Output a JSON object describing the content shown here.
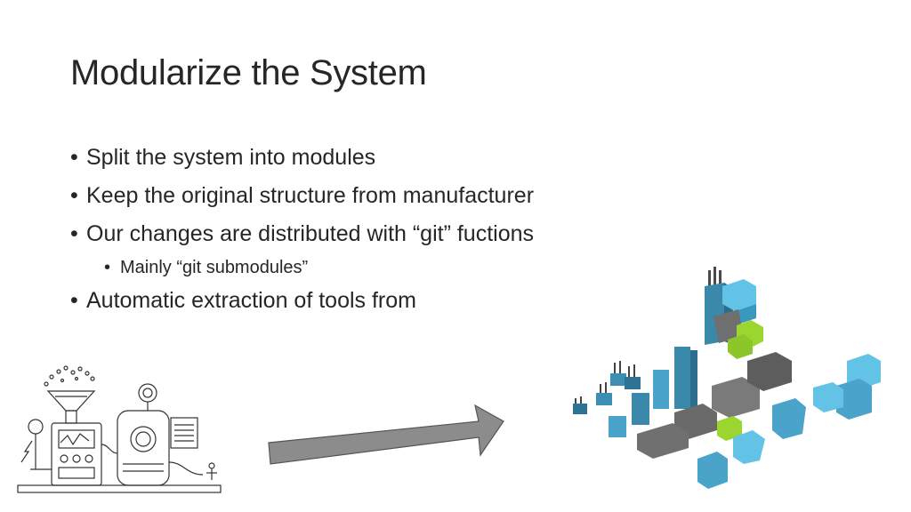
{
  "slide": {
    "title": "Modularize the System",
    "bullets": [
      {
        "text": "Split the system into modules"
      },
      {
        "text": "Keep the original structure from manufacturer"
      },
      {
        "text": "Our changes are distributed with “git” fuctions"
      },
      {
        "text": "Automatic extraction of tools from"
      }
    ],
    "sub_bullets": [
      {
        "text": "Mainly “git submodules”"
      }
    ]
  },
  "illustrations": {
    "left_image": "machine-sketch",
    "arrow": "right-arrow",
    "right_image": "modular-blocks",
    "colors": {
      "arrow_fill": "#8c8c8c",
      "block_blue": "#4aa3c8",
      "block_light_blue": "#63c3e6",
      "block_gray": "#6f6f6f",
      "block_green": "#9bd52f"
    }
  }
}
